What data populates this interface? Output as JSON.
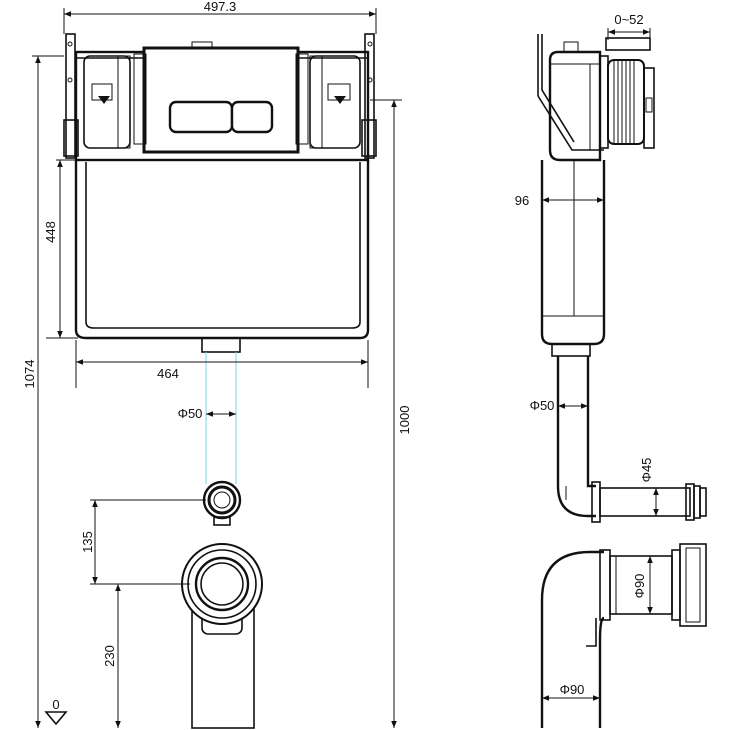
{
  "front_view": {
    "width_overall": "497.3",
    "width_frame": "464",
    "height_overall": "1074",
    "height_cistern": "448",
    "height_flush": "1000",
    "pipe_diameter": "Φ50",
    "offset_135": "135",
    "offset_230": "230",
    "floor_level": "0"
  },
  "side_view": {
    "adjust_range": "0~52",
    "depth": "96",
    "pipe_diameter": "Φ50",
    "outlet_diameter": "Φ45",
    "bend_diameter": "Φ90",
    "bend_outlet_diameter": "Φ90"
  }
}
